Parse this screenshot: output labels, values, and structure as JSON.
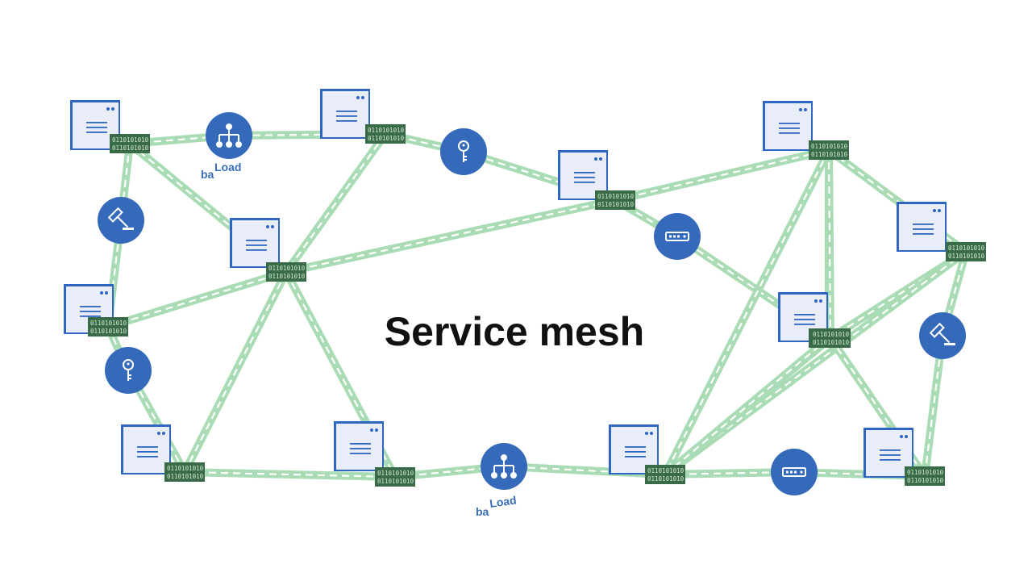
{
  "diagram": {
    "title": "Service mesh",
    "binary_text": [
      "0110101010",
      "0110101010"
    ],
    "load_balancer_label_fragments": [
      "ba",
      "Load"
    ],
    "colors": {
      "link": "#a9dbb4",
      "link_dash": "#ffffff",
      "service_page": "#e9edf7",
      "service_border": "#2e66c2",
      "proxy": "#3a6b48",
      "proxy_text": "#cfe8cf",
      "circle": "#3569ba",
      "icon": "#ffffff",
      "label": "#3a6db5"
    },
    "services": [
      {
        "id": "s1",
        "proxy": "p1"
      },
      {
        "id": "s2",
        "proxy": "p2"
      },
      {
        "id": "s3",
        "proxy": "p3"
      },
      {
        "id": "s4",
        "proxy": "p4"
      },
      {
        "id": "s5",
        "proxy": "p5"
      },
      {
        "id": "s6",
        "proxy": "p6"
      },
      {
        "id": "s7",
        "proxy": "p7"
      },
      {
        "id": "s8",
        "proxy": "p8"
      },
      {
        "id": "s9",
        "proxy": "p9"
      },
      {
        "id": "s10",
        "proxy": "p10"
      },
      {
        "id": "s11",
        "proxy": "p11"
      },
      {
        "id": "s12",
        "proxy": "p12"
      },
      {
        "id": "s13",
        "proxy": "p13"
      }
    ],
    "nodes": [
      {
        "id": "lb1",
        "icon": "load-balancer-icon"
      },
      {
        "id": "key1",
        "icon": "key-icon"
      },
      {
        "id": "gavel1",
        "icon": "gavel-icon"
      },
      {
        "id": "key2",
        "icon": "key-icon"
      },
      {
        "id": "switch1",
        "icon": "network-switch-icon"
      },
      {
        "id": "gavel2",
        "icon": "gavel-icon"
      },
      {
        "id": "lb2",
        "icon": "load-balancer-icon"
      },
      {
        "id": "switch2",
        "icon": "network-switch-icon"
      }
    ],
    "links": [
      [
        "p1",
        "lb1"
      ],
      [
        "lb1",
        "p2"
      ],
      [
        "p1",
        "p4"
      ],
      [
        "p1",
        "gavel1"
      ],
      [
        "gavel1",
        "p3"
      ],
      [
        "p2",
        "key1"
      ],
      [
        "key1",
        "p5"
      ],
      [
        "p2",
        "p4"
      ],
      [
        "p3",
        "p4"
      ],
      [
        "p4",
        "p5"
      ],
      [
        "p4",
        "p6"
      ],
      [
        "p4",
        "p7"
      ],
      [
        "p3",
        "key2"
      ],
      [
        "key2",
        "p6"
      ],
      [
        "p6",
        "p7"
      ],
      [
        "p7",
        "lb2"
      ],
      [
        "lb2",
        "p8"
      ],
      [
        "p5",
        "switch1"
      ],
      [
        "switch1",
        "p10"
      ],
      [
        "p5",
        "p9"
      ],
      [
        "p9",
        "p10"
      ],
      [
        "p9",
        "p11"
      ],
      [
        "p9",
        "p8"
      ],
      [
        "p9",
        "p12"
      ],
      [
        "p11",
        "p12"
      ],
      [
        "p11",
        "p8"
      ],
      [
        "p11",
        "gavel2"
      ],
      [
        "gavel2",
        "p13"
      ],
      [
        "p12",
        "p8"
      ],
      [
        "p12",
        "p13"
      ],
      [
        "p8",
        "switch2"
      ],
      [
        "switch2",
        "p13"
      ],
      [
        "p10",
        "p8"
      ]
    ]
  }
}
